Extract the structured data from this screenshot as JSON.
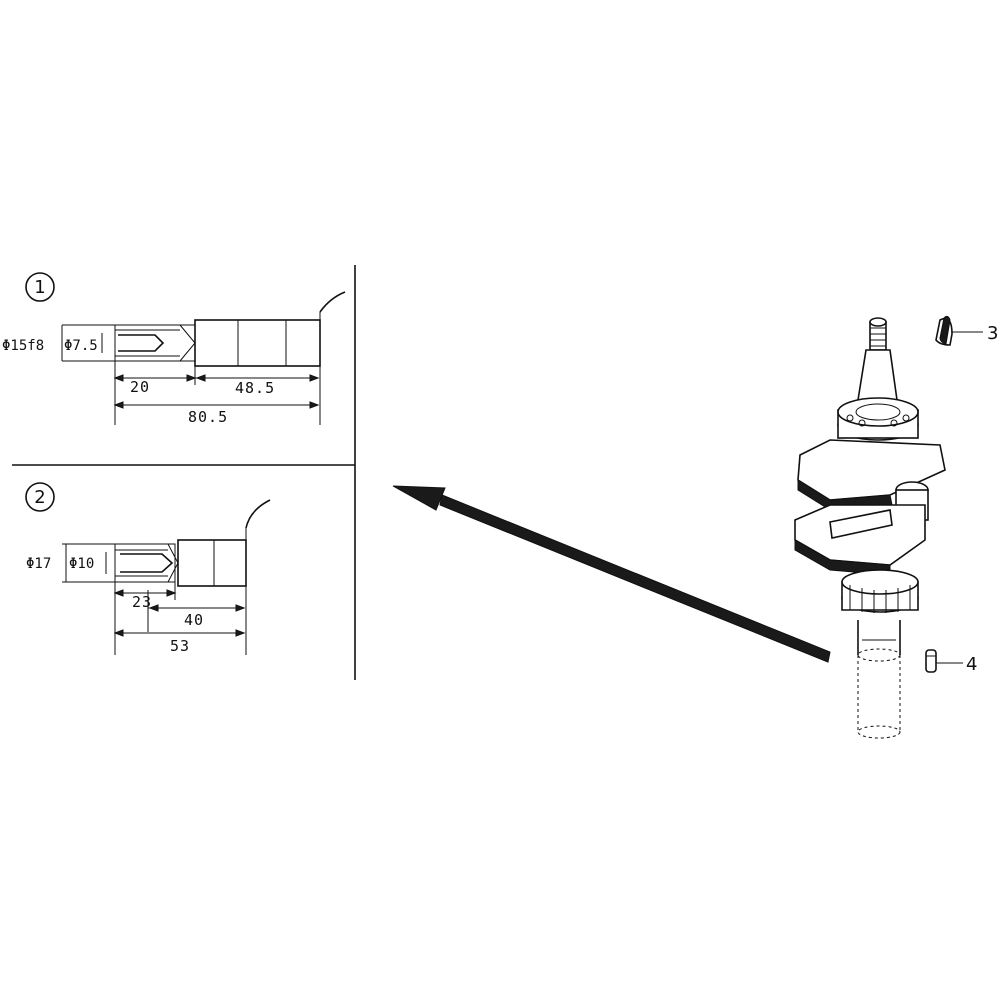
{
  "detail_1": {
    "marker": "1",
    "diameter_outer": "Φ15f8",
    "diameter_inner": "Φ7.5",
    "length_a": "20",
    "length_b": "48.5",
    "length_total": "80.5"
  },
  "detail_2": {
    "marker": "2",
    "diameter_outer": "Φ17",
    "diameter_inner": "Φ10",
    "length_a": "23",
    "length_b": "40",
    "length_total": "53"
  },
  "callouts": {
    "part_3": "3",
    "part_4": "4"
  }
}
